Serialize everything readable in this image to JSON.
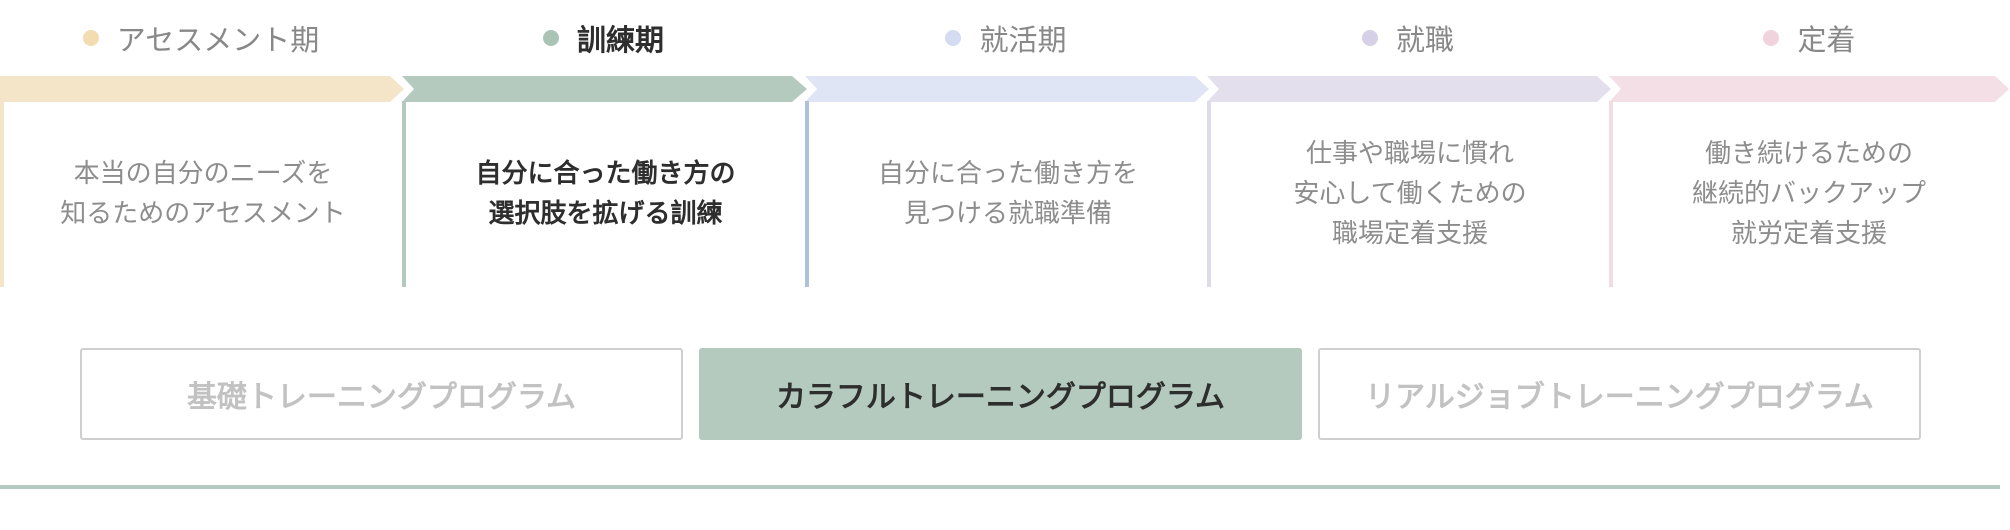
{
  "stages": [
    {
      "label": "アセスメント期",
      "description": "本当の自分のニーズを\n知るためのアセスメント",
      "color": "#f5e5c8",
      "active": false
    },
    {
      "label": "訓練期",
      "description": "自分に合った働き方の\n選択肢を拡げる訓練",
      "color": "#b4cabe",
      "active": true
    },
    {
      "label": "就活期",
      "description": "自分に合った働き方を\n見つける就職準備",
      "color": "#dfe5f5",
      "active": false
    },
    {
      "label": "就職",
      "description": "仕事や職場に慣れ\n安心して働くための\n職場定着支援",
      "color": "#e3dfed",
      "active": false
    },
    {
      "label": "定着",
      "description": "働き続けるための\n継続的バックアップ\n就労定着支援",
      "color": "#f5dfe7",
      "active": false
    }
  ],
  "stage_colors": {
    "dots": [
      "#f3dcb2",
      "#a9c4b5",
      "#d3dcf1",
      "#d6d1e6",
      "#f1d3dd"
    ],
    "body_borders": [
      "#f5e5c8",
      "#b4cabe",
      "#afc0dd",
      "#dedbeb",
      "#f3dbe3"
    ]
  },
  "programs": [
    {
      "label": "基礎トレーニングプログラム",
      "active": false
    },
    {
      "label": "カラフルトレーニングプログラム",
      "active": true
    },
    {
      "label": "リアルジョブトレーニングプログラム",
      "active": false
    }
  ]
}
